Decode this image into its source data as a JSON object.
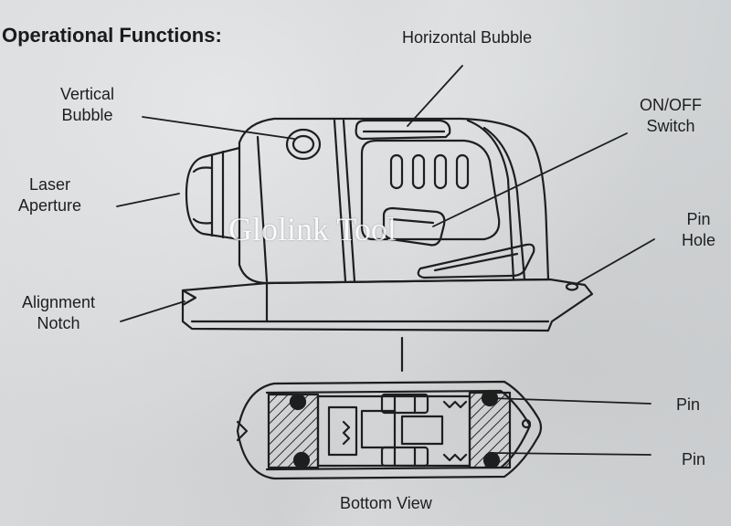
{
  "title": "Operational Functions:",
  "labels": {
    "horizontal_bubble": "Horizontal Bubble",
    "vertical_bubble_line1": "Vertical",
    "vertical_bubble_line2": "Bubble",
    "on_off_line1": "ON/OFF",
    "on_off_line2": "Switch",
    "laser_aperture_line1": "Laser",
    "laser_aperture_line2": "Aperture",
    "pin_hole_line1": "Pin",
    "pin_hole_line2": "Hole",
    "alignment_notch_line1": "Alignment",
    "alignment_notch_line2": "Notch",
    "pin_upper": "Pin",
    "pin_lower": "Pin",
    "bottom_view": "Bottom View"
  },
  "watermark": "Glolink Tool",
  "colors": {
    "paper": "#d2d4d6",
    "ink": "#1e1e1e",
    "watermark": "#ffffff"
  }
}
